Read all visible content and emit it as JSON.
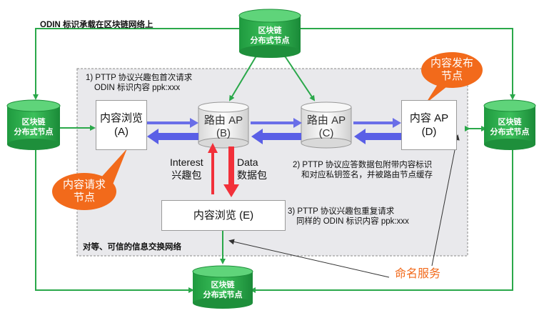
{
  "header_note": "ODIN 标识承载在区块链网络上",
  "blockchain_node": {
    "line1": "区块链",
    "line2": "分布式节点"
  },
  "network_caption": "对等、可信的信息交换网络",
  "step1": {
    "line1": "1) PTTP 协议兴趣包首次请求",
    "line2": "ODIN 标识内容 ppk:xxx"
  },
  "step2": {
    "line1": "2) PTTP 协议应答数据包附带内容标识",
    "line2": "和对应私钥签名，并被路由节点缓存"
  },
  "step3": {
    "line1": "3) PTTP 协议兴趣包重复请求",
    "line2": "同样的 ODIN 标识内容 ppk:xxx"
  },
  "nodes": {
    "browse_a": {
      "line1": "内容浏览",
      "line2": "(A)"
    },
    "router_b": {
      "line1": "路由 AP",
      "line2": "(B)"
    },
    "router_c": {
      "line1": "路由 AP",
      "line2": "(C)"
    },
    "ap_d": {
      "line1": "内容 AP",
      "line2": "(D)"
    },
    "browse_e": {
      "line1": "内容浏览 (E)"
    }
  },
  "packets": {
    "interest": {
      "line1": "Interest",
      "line2": "兴趣包"
    },
    "data": {
      "line1": "Data",
      "line2": "数据包"
    }
  },
  "callouts": {
    "publisher": {
      "line1": "内容发布",
      "line2": "节点"
    },
    "requester": {
      "line1": "内容请求",
      "line2": "节点"
    }
  },
  "naming_service": "命名服务",
  "colors": {
    "green": "#2aa84a",
    "blue_arrow": "#6a6ee8",
    "red_arrow": "#f2303a",
    "orange": "#f26a1b",
    "region_fill": "#e9e9ec"
  }
}
